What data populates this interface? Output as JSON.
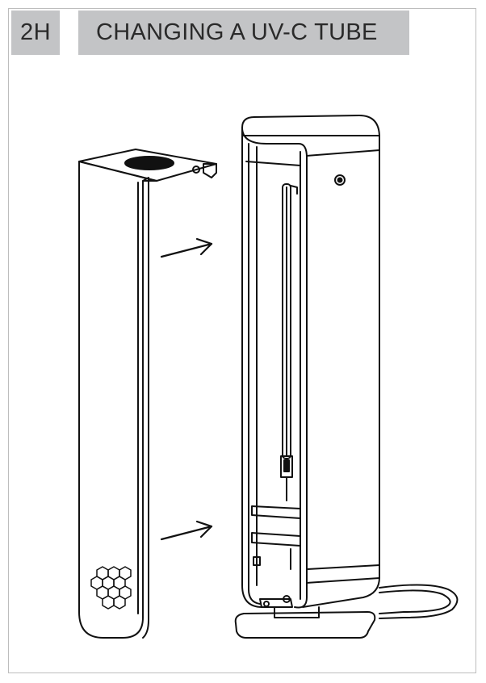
{
  "step": {
    "number": "2H",
    "title": "CHANGING A UV-C TUBE"
  },
  "illustration": {
    "subject": "uv-c-unit-front-cover-removal",
    "stroke_color": "#111111"
  }
}
